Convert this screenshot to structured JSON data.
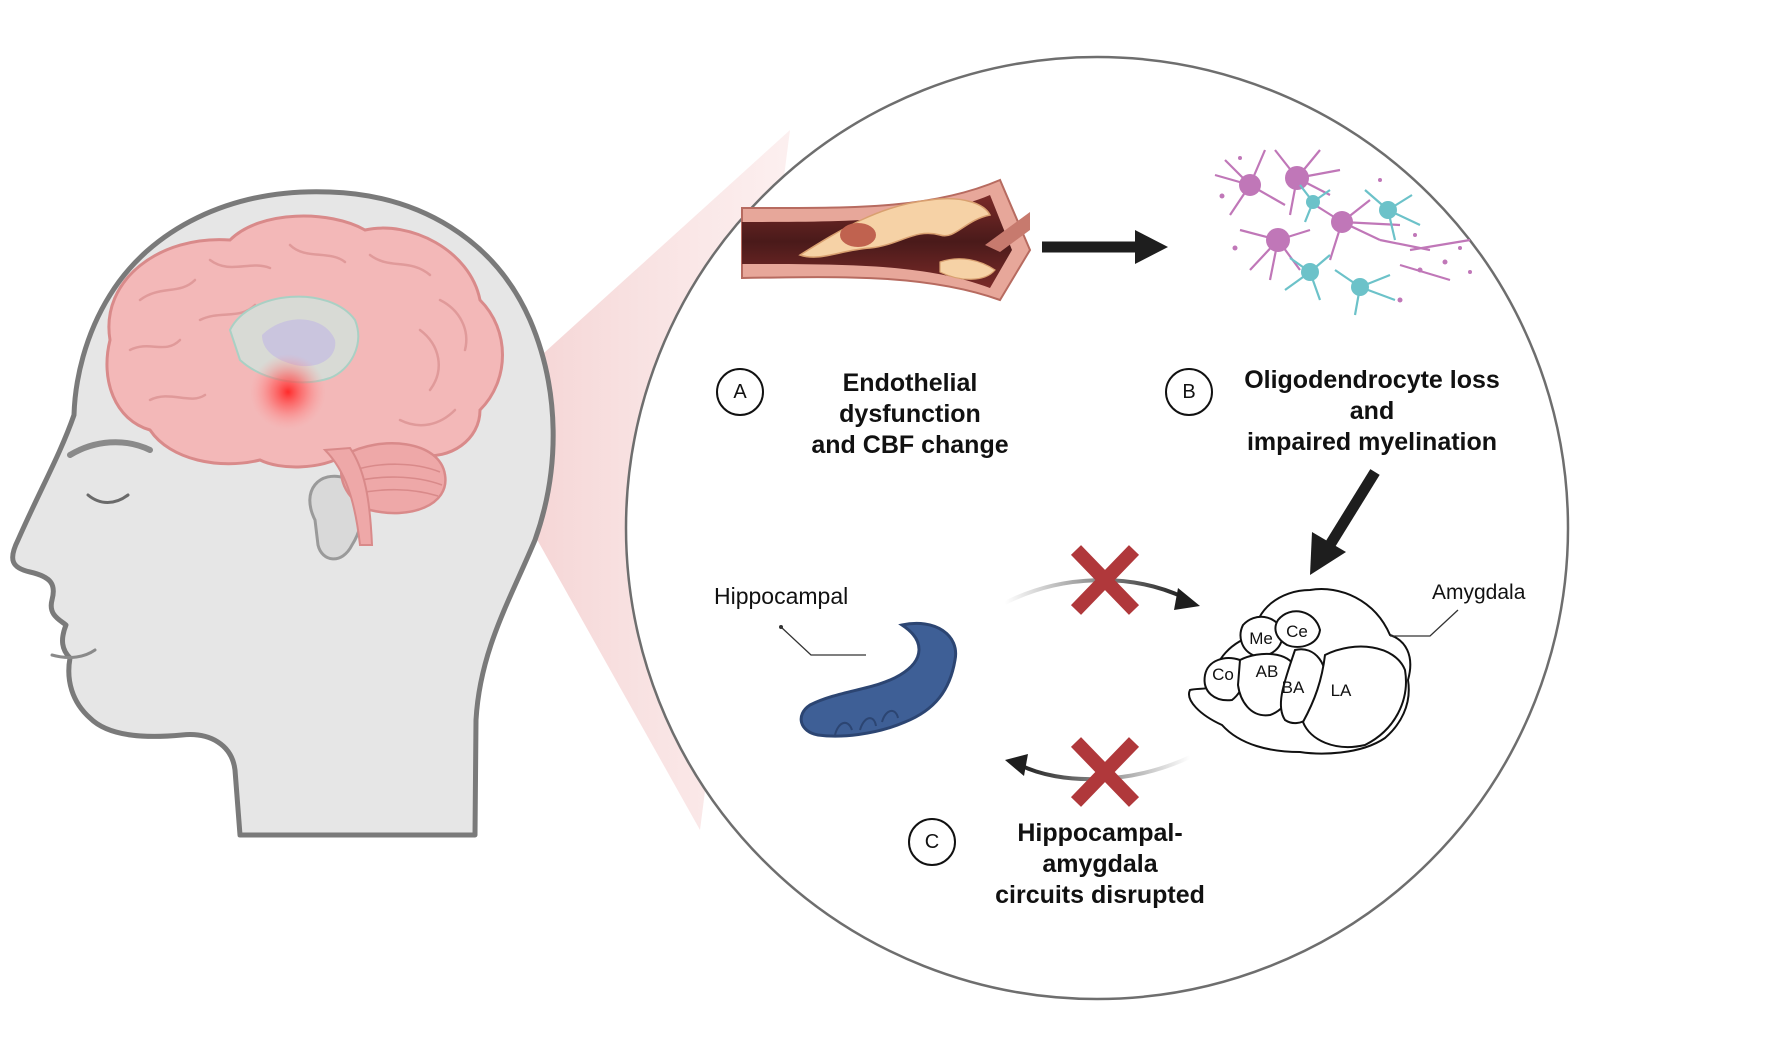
{
  "steps": [
    {
      "letter": "A",
      "line1": "Endothelial dysfunction",
      "line2": "and CBF change"
    },
    {
      "letter": "B",
      "line1": "Oligodendrocyte loss and",
      "line2": "impaired myelination"
    },
    {
      "letter": "C",
      "line1": "Hippocampal-amygdala",
      "line2": "circuits disrupted"
    }
  ],
  "regions": {
    "hippocampal": "Hippocampal",
    "amygdala": "Amygdala"
  },
  "nuclei": {
    "me": "Me",
    "ce": "Ce",
    "co": "Co",
    "ab": "AB",
    "ba": "BA",
    "la": "LA"
  },
  "colors": {
    "brain": "#f3b8b8",
    "brain_stroke": "#d98a8a",
    "head": "#e6e6e6",
    "head_stroke": "#7a7a7a",
    "vessel_wall": "#e7a79a",
    "vessel_lumen": "#5a1f1f",
    "plaque": "#f6d2a6",
    "oligodendrocyte": "#c077b8",
    "astrocyte": "#6cc2c9",
    "hippocampus": "#3e5f96",
    "blocked_x": "#b0383b",
    "arrow": "#1e1e1e",
    "zoom_cone": "#f6d6d6",
    "hotspot": "#ff2b2b"
  },
  "icons": {
    "blocked_marks": "red-x-icon",
    "flow_arrows": "black-arrow-icon"
  }
}
